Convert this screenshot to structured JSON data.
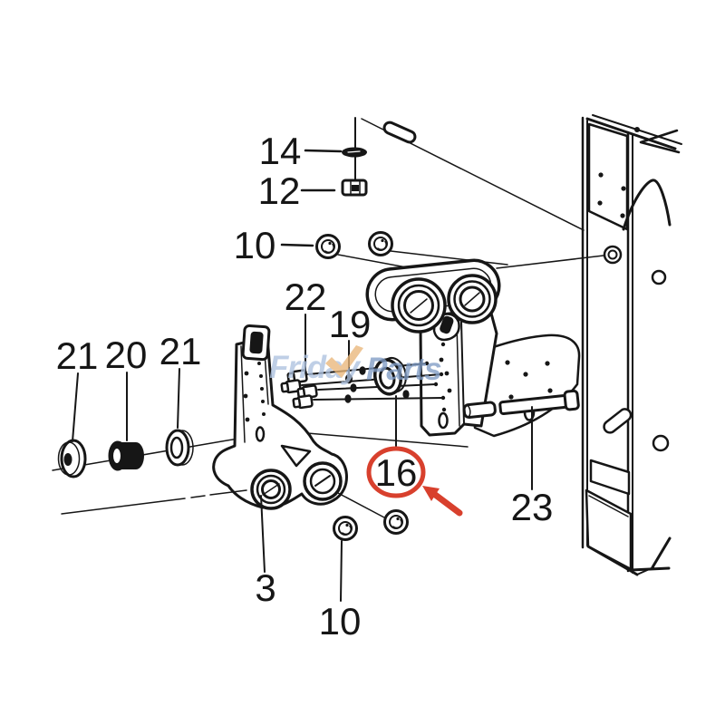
{
  "watermark": {
    "word1": "Friday",
    "word2": "Parts",
    "word1_color": "#aec2e0",
    "word2_color": "#7f9cc5",
    "check_color": "#eab77a"
  },
  "highlight": {
    "circle_color": "#d8402d",
    "arrow_color": "#d8402d"
  },
  "callouts": {
    "c14": {
      "label": "14"
    },
    "c12": {
      "label": "12"
    },
    "c10_top": {
      "label": "10"
    },
    "c22": {
      "label": "22"
    },
    "c19": {
      "label": "19"
    },
    "c21_left": {
      "label": "21"
    },
    "c20": {
      "label": "20"
    },
    "c21_right": {
      "label": "21"
    },
    "c16": {
      "label": "16"
    },
    "c23": {
      "label": "23"
    },
    "c3": {
      "label": "3"
    },
    "c10_bottom": {
      "label": "10"
    }
  },
  "line_color": "#161616"
}
